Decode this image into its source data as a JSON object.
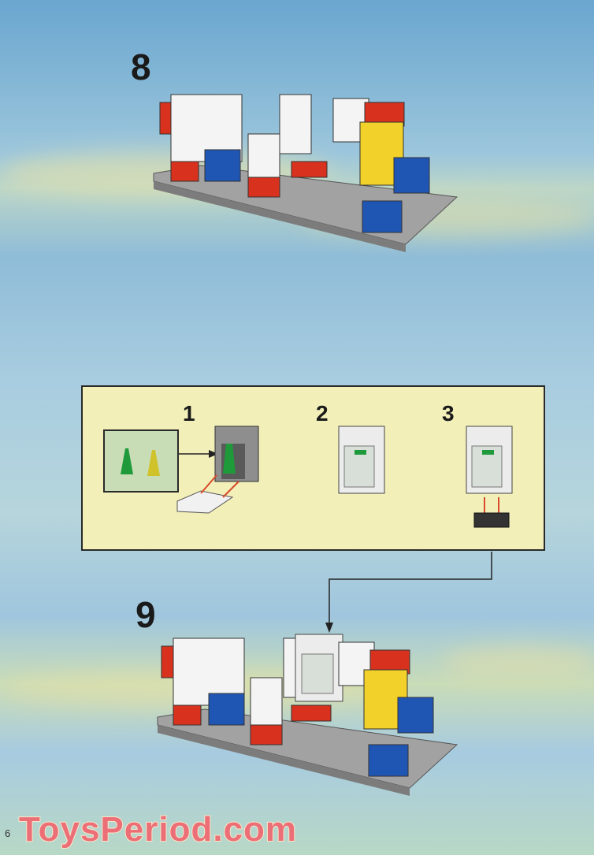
{
  "steps": [
    {
      "number": "8"
    },
    {
      "number": "9"
    }
  ],
  "callout": {
    "substeps": [
      {
        "number": "1"
      },
      {
        "number": "2"
      },
      {
        "number": "3"
      }
    ]
  },
  "footer": {
    "page_number": "6",
    "watermark": "ToysPeriod.com"
  },
  "colors": {
    "callout_bg": "#f2efb9",
    "arrow": "#d94a2a",
    "watermark": "#ec6f78"
  }
}
